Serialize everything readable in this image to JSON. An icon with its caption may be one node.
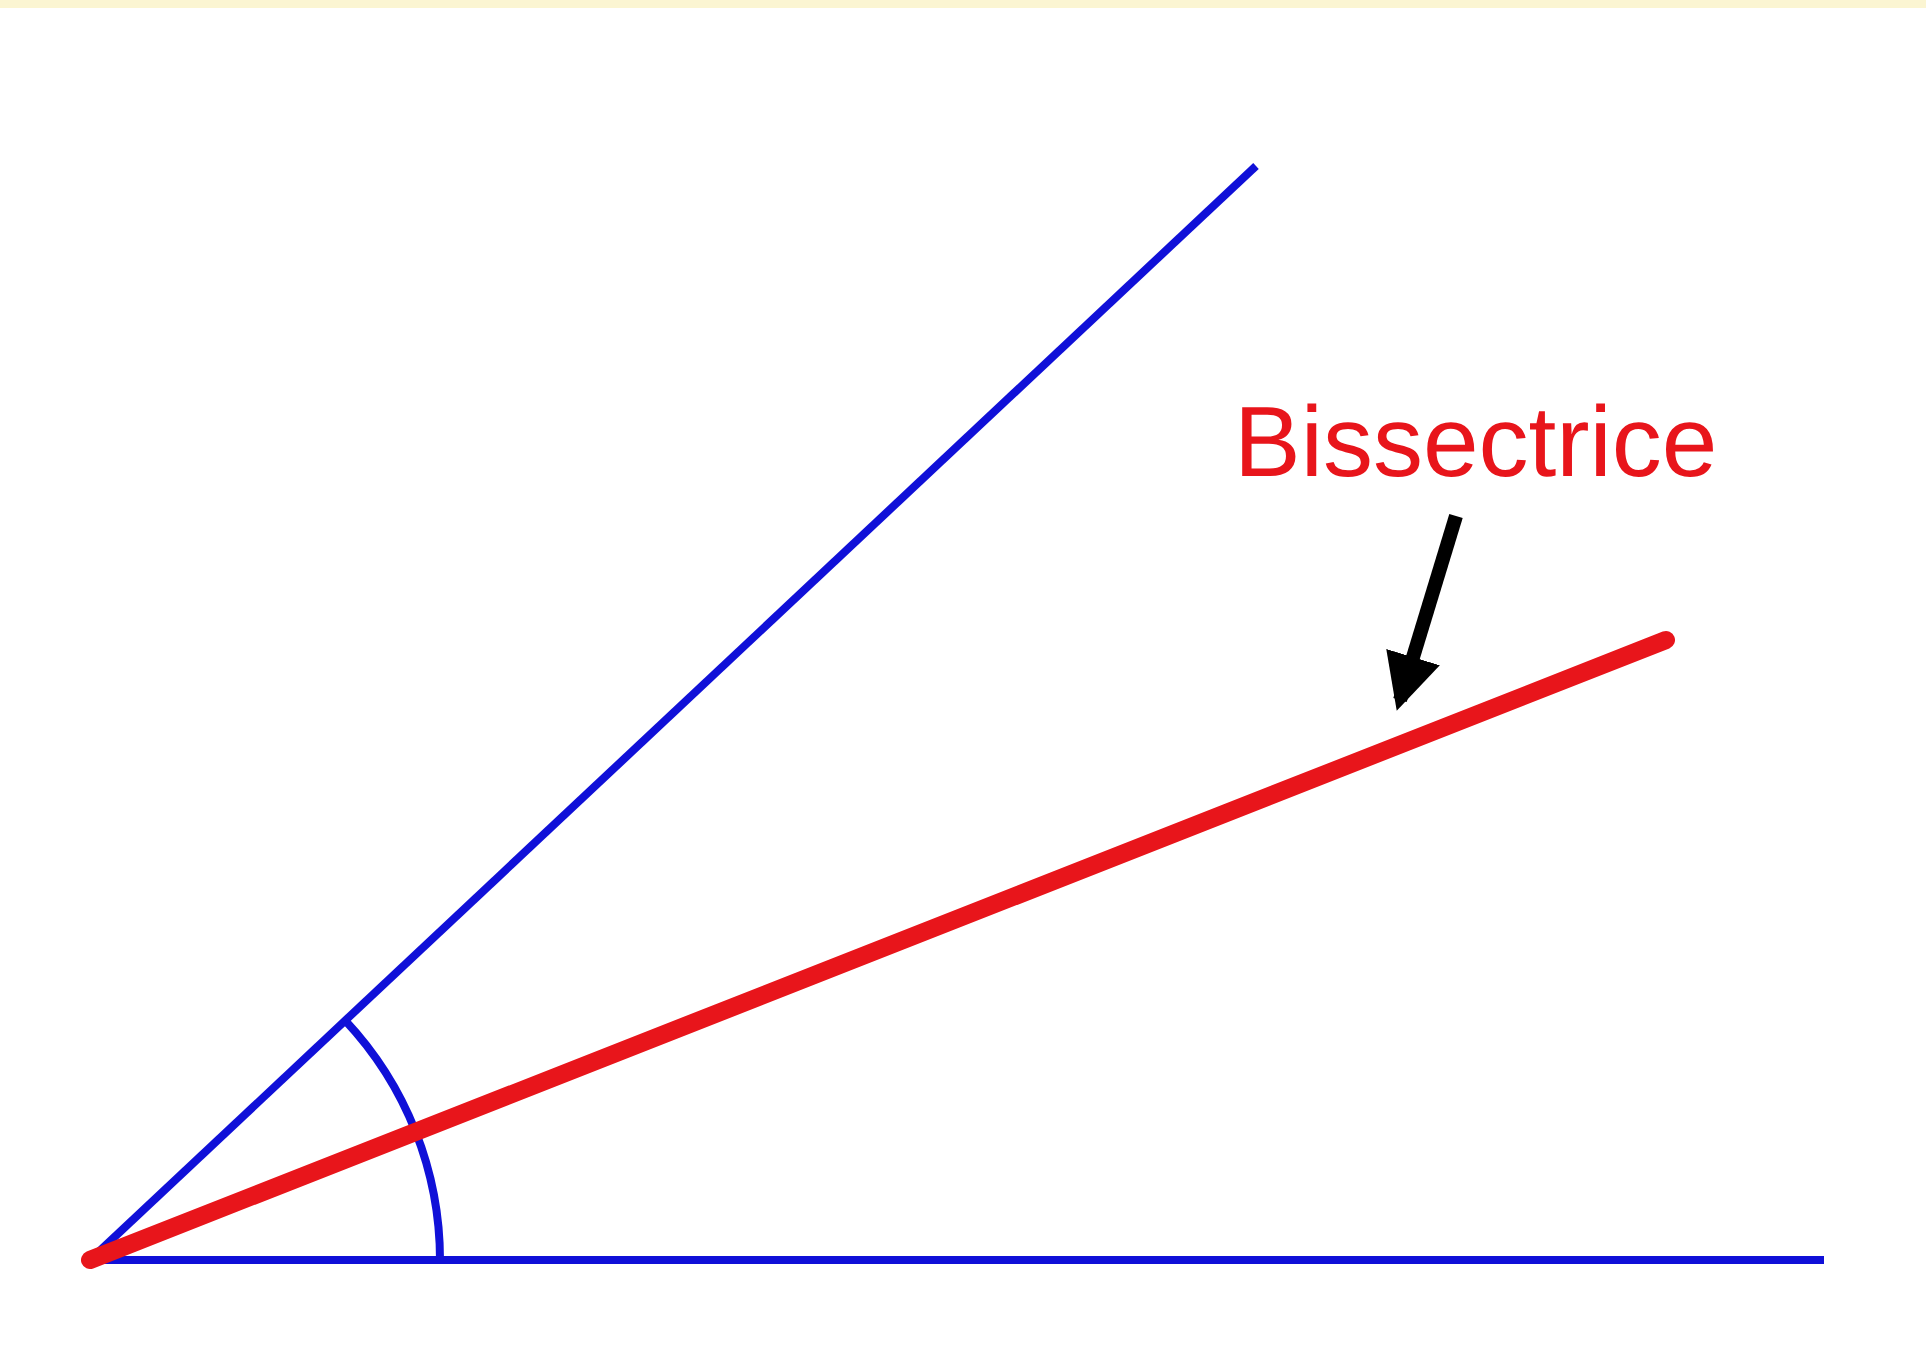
{
  "diagram": {
    "nodes": [
      {
        "text": [
          "Bissectrice"
        ]
      },
      {
        "text": [],
        "shape": "line"
      }
    ],
    "edges": [
      {
        "from": 0,
        "to": 1,
        "arrow": "to"
      }
    ]
  }
}
